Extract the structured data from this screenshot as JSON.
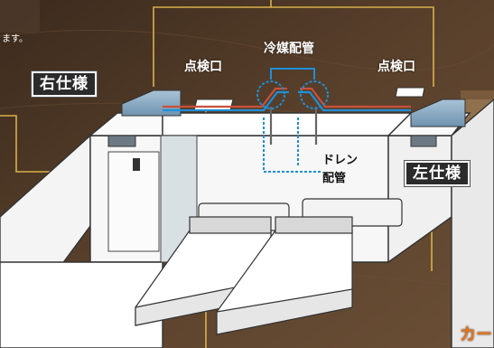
{
  "labels": {
    "top_left_partial": "ます。",
    "right_spec": "右仕様",
    "left_spec": "左仕様",
    "inspection_left": "点検口",
    "inspection_right": "点検口",
    "refrigerant_pipe": "冷媒配管",
    "drain_line1": "ドレン",
    "drain_line2": "配管",
    "bottom_right_partial": "カー"
  },
  "colors": {
    "background_wood": "#4a3423",
    "callout_gold": "#d8b04a",
    "pipe_red": "#c9513a",
    "duct_blue": "#1e8fd8",
    "unit_blue": "#8fb0c9",
    "accent_orange": "#e8741a"
  }
}
